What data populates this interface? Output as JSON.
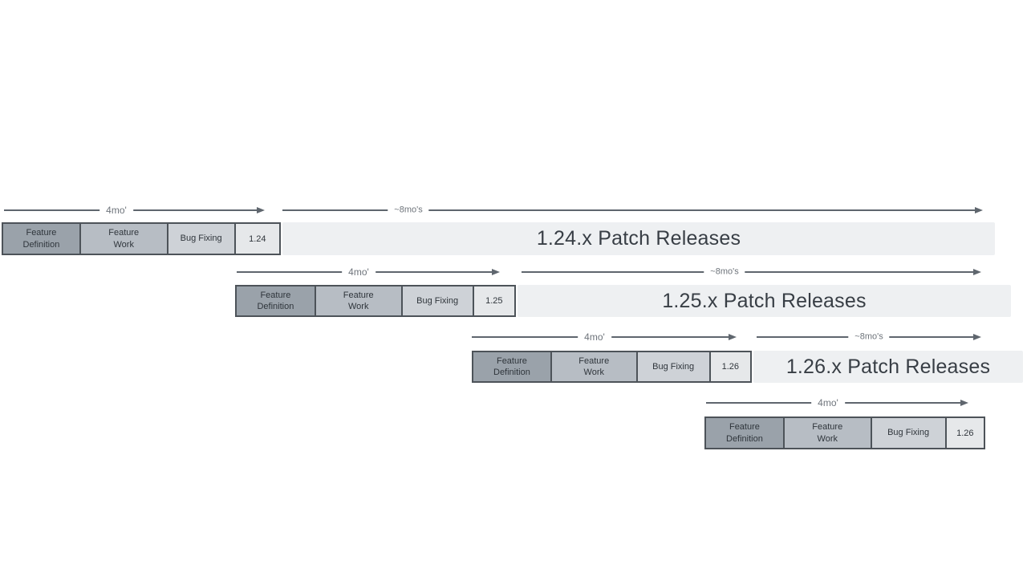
{
  "diagram": {
    "title": "release-cadence-timeline",
    "rows": [
      {
        "version": "1.24",
        "dev_duration": "4mo'",
        "patch_duration": "~8mo's",
        "phases": [
          "Feature Definition",
          "Feature Work",
          "Bug Fixing"
        ],
        "patch_label": "1.24.x Patch Releases"
      },
      {
        "version": "1.25",
        "dev_duration": "4mo'",
        "patch_duration": "~8mo's",
        "phases": [
          "Feature Definition",
          "Feature Work",
          "Bug Fixing"
        ],
        "patch_label": "1.25.x Patch Releases"
      },
      {
        "version": "1.26",
        "dev_duration": "4mo'",
        "patch_duration": "~8mo's",
        "phases": [
          "Feature Definition",
          "Feature Work",
          "Bug Fixing"
        ],
        "patch_label": "1.26.x Patch Releases"
      },
      {
        "version": "1.26",
        "dev_duration": "4mo'",
        "phases": [
          "Feature Definition",
          "Feature Work",
          "Bug Fixing"
        ]
      }
    ],
    "colors": {
      "phase_fd": "#9aa2aa",
      "phase_fw": "#b7bdc4",
      "phase_bf": "#ced2d7",
      "version_box": "#e6e8ea",
      "patch_bar": "#eef0f2",
      "border": "#4d5359",
      "arrow": "#5f666e",
      "label_text": "#6e747b",
      "phase_text": "#2f353b",
      "patch_text": "#383e45"
    }
  }
}
